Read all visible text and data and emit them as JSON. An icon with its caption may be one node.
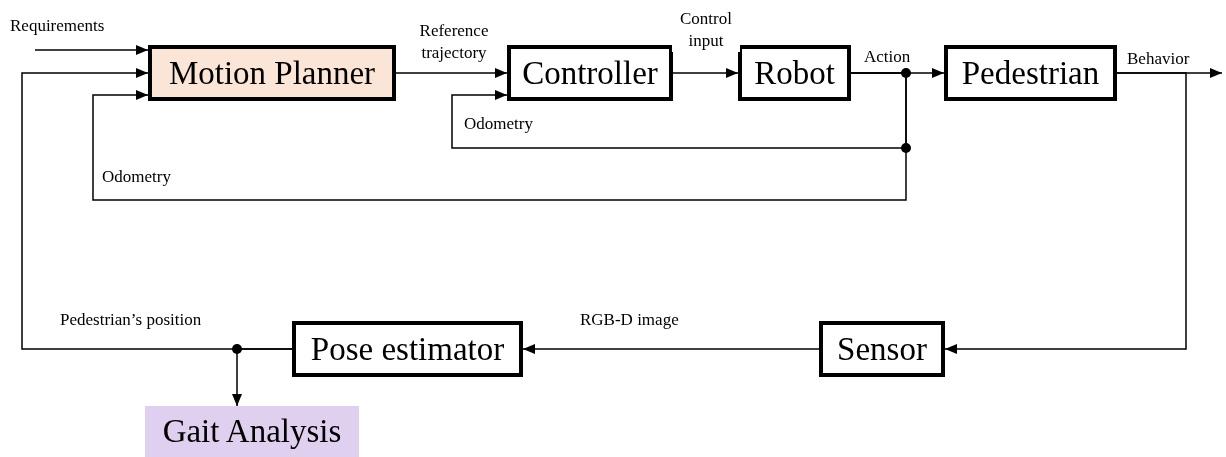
{
  "diagram": {
    "nodes": [
      {
        "text": [
          "Motion Planner"
        ]
      },
      {
        "text": [
          "Controller"
        ]
      },
      {
        "text": [
          "Robot"
        ]
      },
      {
        "text": [
          "Pedestrian"
        ]
      },
      {
        "text": [
          "Sensor"
        ]
      },
      {
        "text": [
          "Pose estimator"
        ]
      },
      {
        "text": [
          "Gait Analysis"
        ]
      }
    ],
    "edges": [
      {
        "from": null,
        "to": 0,
        "arrow": "to",
        "label": "Requirements"
      },
      {
        "from": 0,
        "to": 1,
        "arrow": "to",
        "label": "Reference trajectory"
      },
      {
        "from": 1,
        "to": 2,
        "arrow": "to",
        "label": "Control input"
      },
      {
        "from": 2,
        "to": 3,
        "arrow": "to",
        "label": "Action"
      },
      {
        "from": 2,
        "to": 1,
        "arrow": "to",
        "label": "Odometry"
      },
      {
        "from": 2,
        "to": 0,
        "arrow": "to",
        "label": "Odometry"
      },
      {
        "from": 3,
        "to": null,
        "arrow": "to",
        "label": "Behavior"
      },
      {
        "from": 3,
        "to": 4,
        "arrow": "to"
      },
      {
        "from": 4,
        "to": 5,
        "arrow": "to",
        "label": "RGB-D image"
      },
      {
        "from": 5,
        "to": 0,
        "arrow": "to",
        "label": "Pedestrian’s position"
      },
      {
        "from": 5,
        "to": 6,
        "arrow": "to"
      }
    ]
  }
}
